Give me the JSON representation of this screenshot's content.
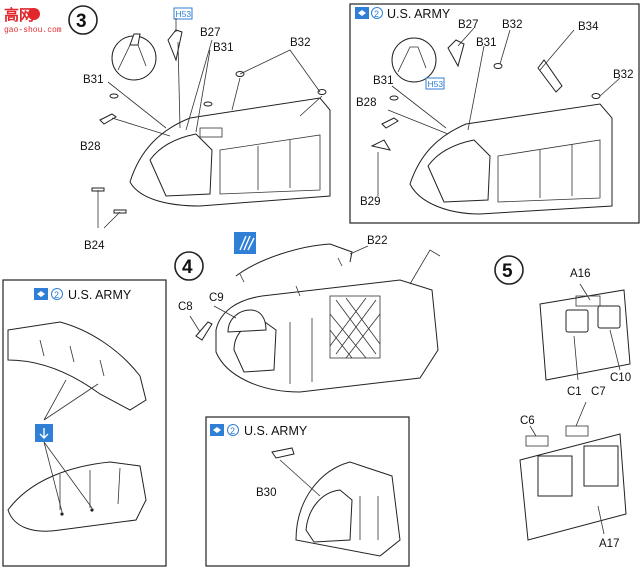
{
  "watermark": {
    "brand": "高网",
    "url": "gao-shou.com"
  },
  "steps": {
    "s3": "3",
    "s4": "4",
    "s5": "5"
  },
  "usarmy": {
    "badge": "2",
    "text": "U.S. ARMY"
  },
  "paint_code": "H53",
  "labels": {
    "B27": "B27",
    "B31": "B31",
    "B32": "B32",
    "B28": "B28",
    "B24": "B24",
    "B34": "B34",
    "B29": "B29",
    "B22": "B22",
    "B30": "B30",
    "C8": "C8",
    "C9": "C9",
    "C1": "C1",
    "C6": "C6",
    "C7": "C7",
    "C10": "C10",
    "A16": "A16",
    "A17": "A17"
  },
  "colors": {
    "accent_blue": "#2f7fd6",
    "watermark_red": "#e2272c",
    "line": "#222222"
  }
}
